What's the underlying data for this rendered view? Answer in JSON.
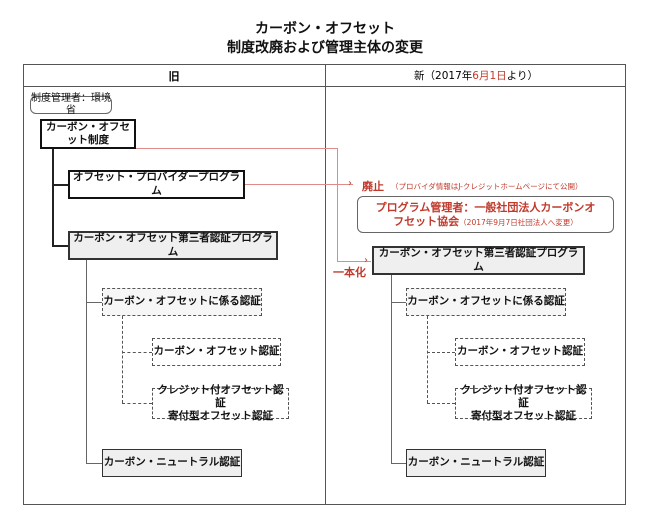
{
  "title": {
    "line1": "カーボン・オフセット",
    "line2": "制度改廃および管理主体の変更"
  },
  "header": {
    "old": "旧",
    "new_prefix": "新（2017年",
    "new_date": "6月1日",
    "new_suffix": "より）"
  },
  "old": {
    "manager": "制度管理者：環境省",
    "system": "カーボン・オフセット制度",
    "provider": "オフセット・プロバイダープログラム",
    "third_party": "カーボン・オフセット第三者認証プログラム",
    "related": "カーボン・オフセットに係る認証",
    "offset_cert": "カーボン・オフセット認証",
    "credit_cert_1": "クレジット付オフセット認証",
    "credit_cert_2": "寄付型オフセット認証",
    "neutral": "カーボン・ニュートラル認証"
  },
  "new": {
    "abolished": "廃止",
    "abolished_note": "（プロバイダ情報はJ-クレジットホームページにて公開）",
    "program_manager": "プログラム管理者：一般社団法人カーボンオフセット協会",
    "program_manager_note": "（2017年9月7日社団法人へ変更）",
    "unified": "一本化",
    "third_party": "カーボン・オフセット第三者認証プログラム",
    "related": "カーボン・オフセットに係る認証",
    "offset_cert": "カーボン・オフセット認証",
    "credit_cert_1": "クレジット付オフセット認証",
    "credit_cert_2": "寄付型オフセット認証",
    "neutral": "カーボン・ニュートラル認証"
  }
}
